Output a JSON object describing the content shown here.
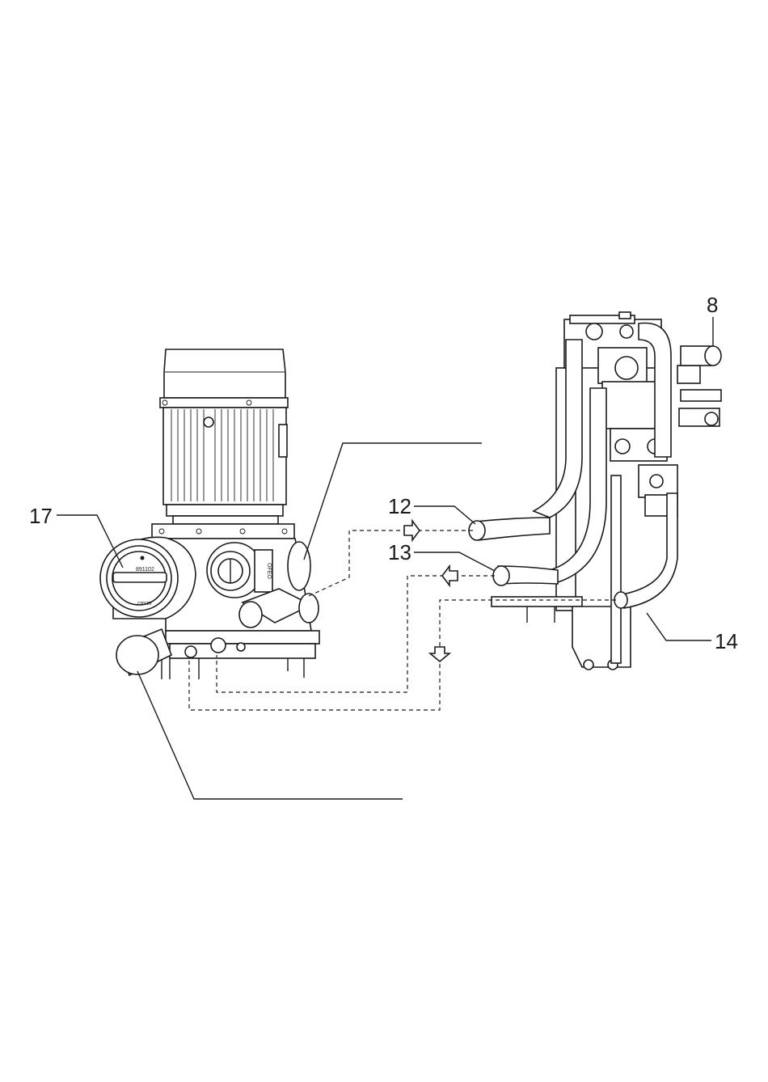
{
  "labels": {
    "c8": "8",
    "c12": "12",
    "c13": "13",
    "c14": "14",
    "c17": "17"
  },
  "marks": {
    "filter_code": "891102",
    "plate_code": "OFEO",
    "cap_text": "crrcm"
  },
  "colors": {
    "line": "#1a1a1a",
    "background": "#ffffff"
  }
}
